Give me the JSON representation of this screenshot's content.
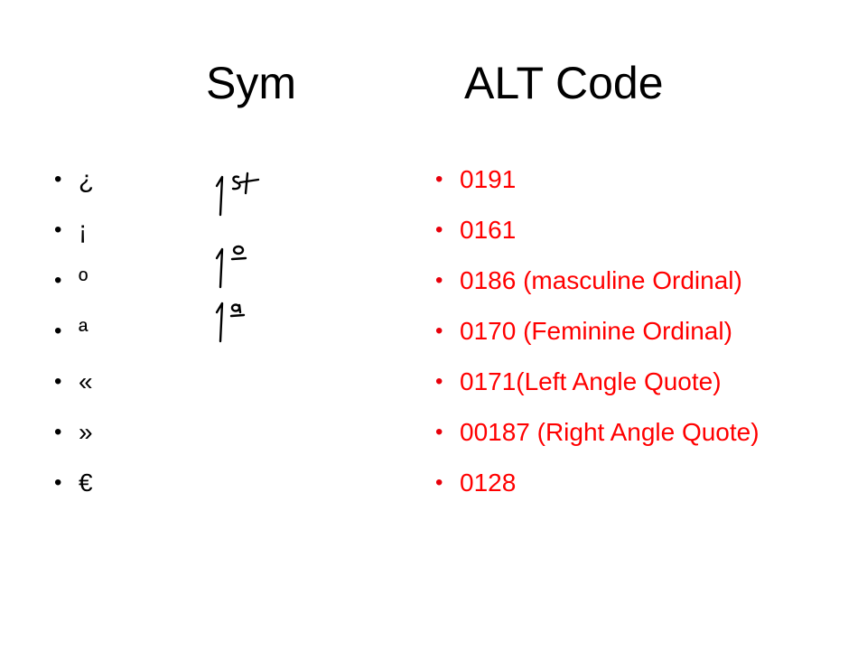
{
  "headings": {
    "sym": "Sym",
    "alt_code": "ALT Code"
  },
  "bullet_glyph": "•",
  "symbols": [
    "¿",
    "¡",
    "º",
    "ª",
    "«",
    "»",
    "€"
  ],
  "codes": [
    "0191",
    "0161",
    "0186 (masculine Ordinal)",
    "0170 (Feminine Ordinal)",
    "0171(Left Angle Quote)",
    "00187 (Right Angle Quote)",
    "0128"
  ],
  "handwritten_notes": [
    "1st",
    "1º",
    "1ª"
  ],
  "colors": {
    "text": "#000000",
    "code_text": "#ff0000",
    "background": "#ffffff"
  }
}
